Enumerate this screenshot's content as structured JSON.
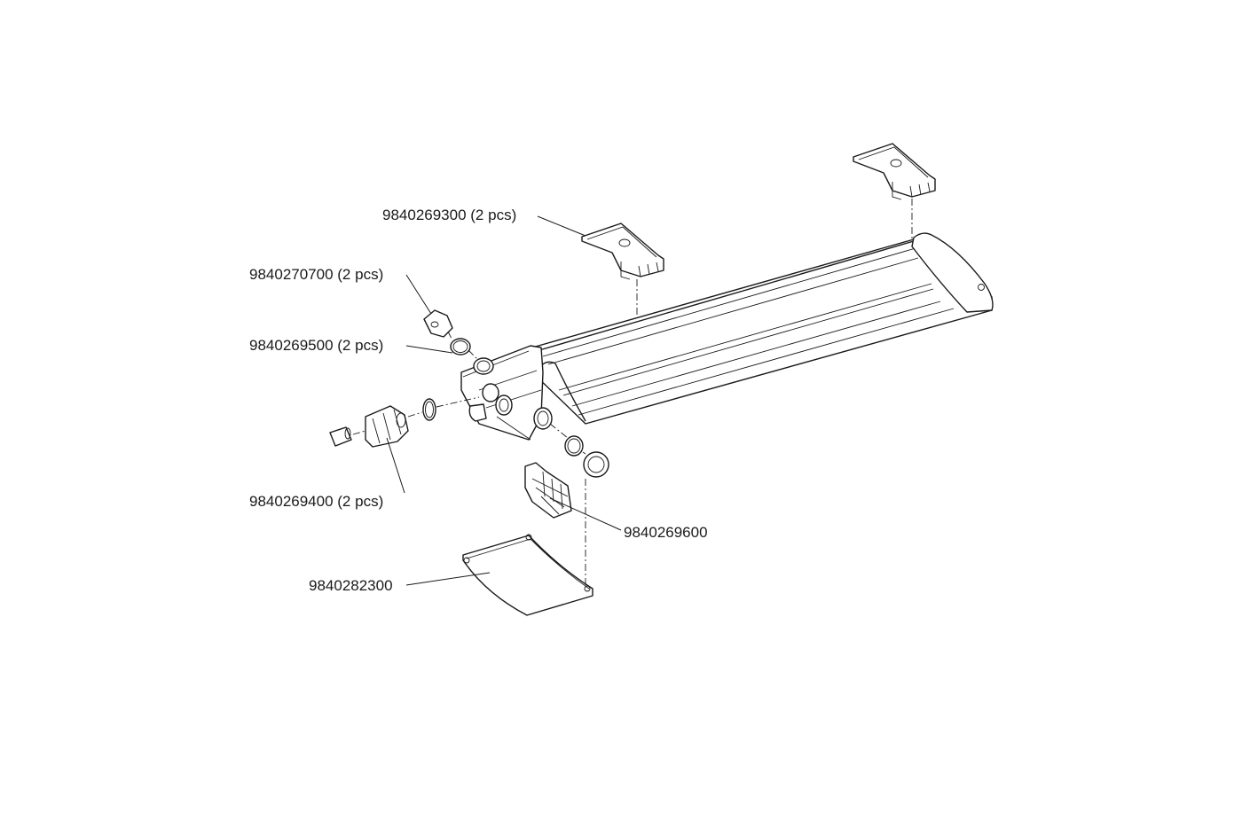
{
  "labels": {
    "mounting_bracket": "9840269300 (2 pcs)",
    "blind_plug": "9840270700 (2 pcs)",
    "seal_ring": "9840269500 (2 pcs)",
    "cable_gland": "9840269400 (2 pcs)",
    "terminal_block": "9840269600",
    "end_cover": "9840282300"
  },
  "colors": {
    "line": "#1a1a1a",
    "background": "#ffffff"
  }
}
